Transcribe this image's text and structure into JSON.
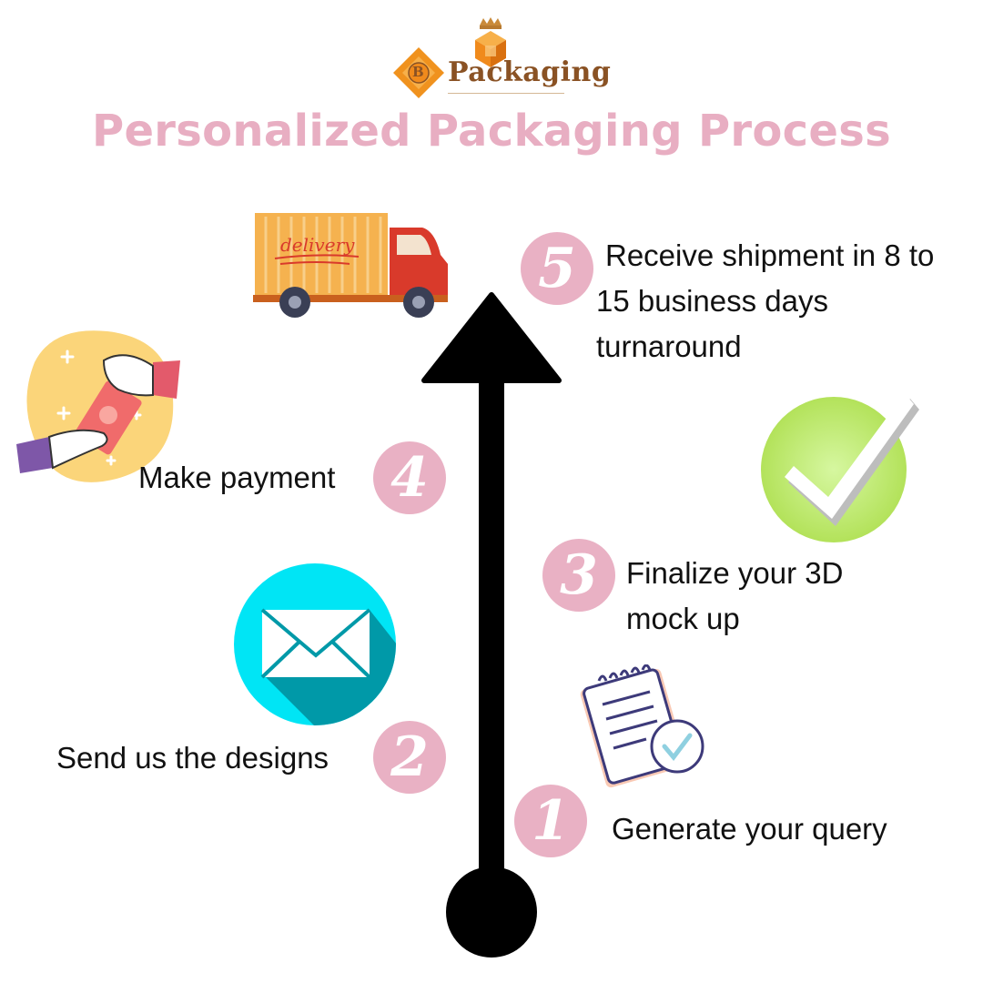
{
  "brand": {
    "logo_letter": "B",
    "name": "Packaging"
  },
  "title": "Personalized Packaging Process",
  "truck_label": "delivery",
  "steps": [
    {
      "number": "1",
      "text": "Generate your query",
      "icon": "checklist-clipboard-icon"
    },
    {
      "number": "2",
      "text": "Send us the designs",
      "icon": "envelope-icon"
    },
    {
      "number": "3",
      "text": "Finalize your 3D mock up",
      "icon": "check-mark-icon"
    },
    {
      "number": "4",
      "text": "Make payment",
      "icon": "payment-hands-icon"
    },
    {
      "number": "5",
      "text": "Receive shipment in 8 to 15 business days turnaround",
      "icon": "delivery-truck-icon"
    }
  ],
  "colors": {
    "title": "#e8aec2",
    "number_badge": "#e9b1c4",
    "arrow": "#000000",
    "logo_orange": "#f0921e",
    "logo_text": "#8a5224",
    "envelope_circle": "#00e5f5",
    "check_circle": "#c8f07a",
    "truck_cargo": "#f5b24f",
    "truck_cab": "#d93a2b"
  }
}
